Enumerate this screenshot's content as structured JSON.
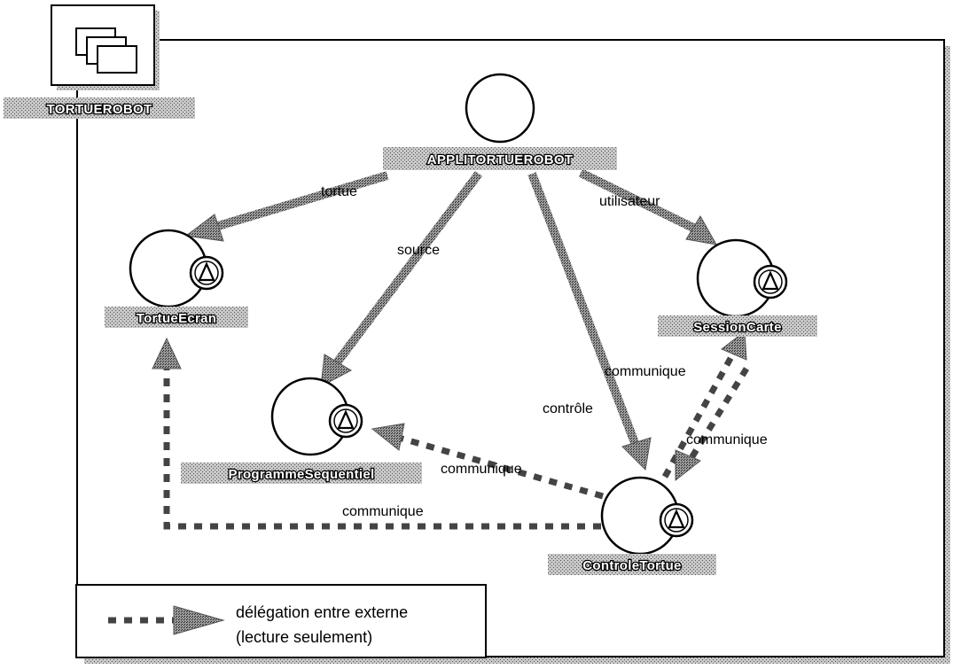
{
  "package": {
    "label": "TORTUEROBOT",
    "icon": "package-folder-icon"
  },
  "nodes": {
    "app": {
      "label": "APPLITORTUEROBOT"
    },
    "tortue_ecran": {
      "label": "TortueEcran",
      "badge_icon": "triangle-badge-icon"
    },
    "session_carte": {
      "label": "SessionCarte",
      "badge_icon": "triangle-badge-icon"
    },
    "programme": {
      "label": "ProgrammeSequentiel",
      "badge_icon": "triangle-badge-icon"
    },
    "controle": {
      "label": "ControleTortue",
      "badge_icon": "triangle-badge-icon"
    }
  },
  "edges": {
    "tortue": "tortue",
    "source": "source",
    "controle": "contrôle",
    "utilisateur": "utilisateur",
    "comm_session_a": "communique",
    "comm_session_b": "communique",
    "comm_programme": "communique",
    "comm_ecran": "communique"
  },
  "legend": {
    "line1": "délégation entre externe",
    "line2": "(lecture seulement)"
  }
}
